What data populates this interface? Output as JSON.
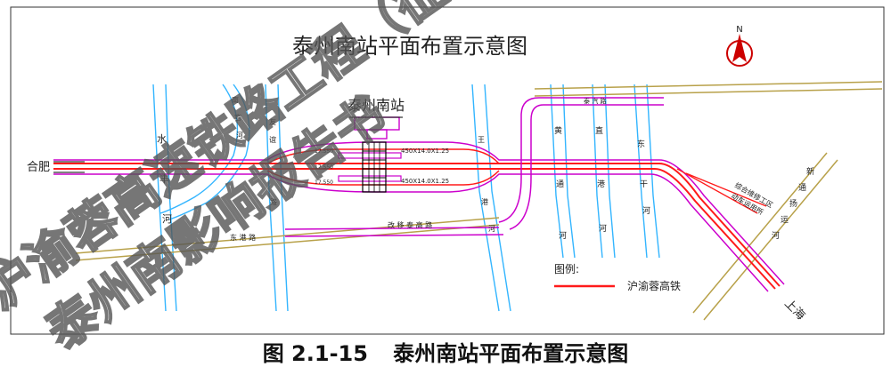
{
  "diagram": {
    "title": "泰州南站平面布置示意图",
    "station_label": "泰州南站",
    "city_left": "合肥",
    "city_right": "上海",
    "river_label_chars": [
      "水",
      "丰",
      "河"
    ],
    "road_vertical_1_chars": [
      "南",
      "官",
      "河"
    ],
    "road_vertical_2_chars": [
      "友",
      "谊",
      "路"
    ],
    "road_vertical_3_chars": [
      "王",
      "港",
      "河"
    ],
    "road_vertical_4_chars": [
      "黄",
      "通",
      "河"
    ],
    "road_vertical_5_chars": [
      "直",
      "港",
      "河"
    ],
    "road_vertical_6_chars": [
      "东",
      "干",
      "河"
    ],
    "road_diag_label_chars": [
      "新",
      "通",
      "扬",
      "运",
      "河"
    ],
    "road_lower_left": "东 港 路",
    "road_lower_mid": "改 移 泰 高 路",
    "road_top_right": "泰 汽 路",
    "maint_area_label": "综合维修工区",
    "maint_area_label2": "动车运用所",
    "platform_spec_1": "450X14.0X1.25",
    "platform_spec_2": "450X14.0X1.25",
    "elev_1": "17.550",
    "elev_2": "17.550",
    "elev_3": "17.550",
    "legend_title": "图例:",
    "legend_item": "沪渝蓉高铁",
    "compass_letter": "N",
    "watermark_lines": [
      "沪渝蓉高速铁路工程（征",
      "泰州南影响报告书"
    ]
  },
  "caption": {
    "number": "图 2.1-15",
    "text": "泰州南站平面布置示意图"
  },
  "colors": {
    "rail": "#ff1a1a",
    "rail_outline": "#cc00cc",
    "water": "#33b5ff",
    "road": "#b8a14a",
    "black": "#000000"
  }
}
